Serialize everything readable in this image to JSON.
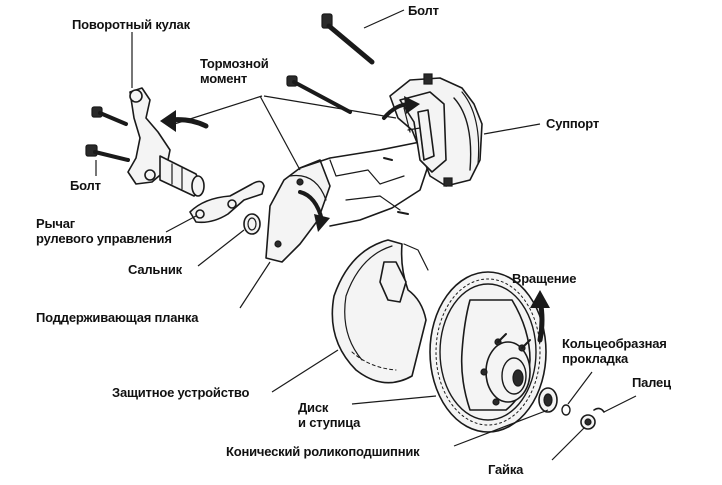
{
  "labels": {
    "bolt_top": "Болт",
    "steering_knuckle": "Поворотный кулак",
    "brake_torque": "Тормозной\nмомент",
    "caliper": "Суппорт",
    "bolt_left": "Болт",
    "steering_arm": "Рычаг\nрулевого управления",
    "seal": "Сальник",
    "support_plate": "Поддерживающая планка",
    "rotation": "Вращение",
    "o_ring": "Кольцеобразная\nпрокладка",
    "pin": "Палец",
    "shield": "Защитное устройство",
    "disc_hub": "Диск\nи ступица",
    "tapered_bearing": "Конический роликоподшипник",
    "nut": "Гайка"
  }
}
